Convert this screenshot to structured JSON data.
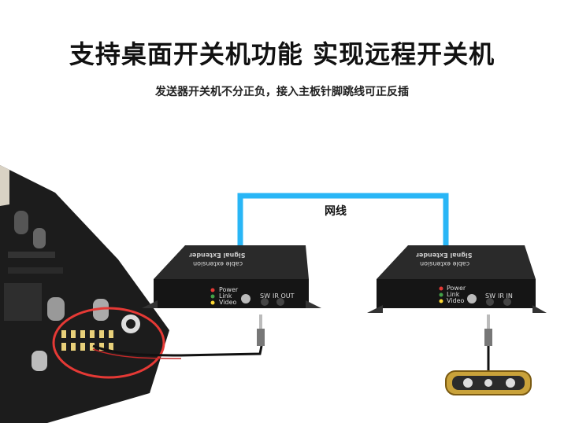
{
  "header": {
    "title": "支持桌面开关机功能  实现远程开关机",
    "subtitle": "发送器开关机不分正负，接入主板针脚跳线可正反插"
  },
  "diagram": {
    "cable_label": "网线",
    "cable_color": "#29b6f6",
    "highlight_color": "#e53935",
    "transmitter": {
      "brand_text": "Signal Extender",
      "sub_text": "cable extension",
      "leds": [
        "Power",
        "Link",
        "Video"
      ],
      "port_labels": [
        "SW",
        "IR OUT"
      ]
    },
    "receiver": {
      "brand_text": "Signal Extender",
      "sub_text": "cable extension",
      "leds": [
        "Power",
        "Link",
        "Video"
      ],
      "port_labels": [
        "SW",
        "IR IN"
      ]
    }
  }
}
